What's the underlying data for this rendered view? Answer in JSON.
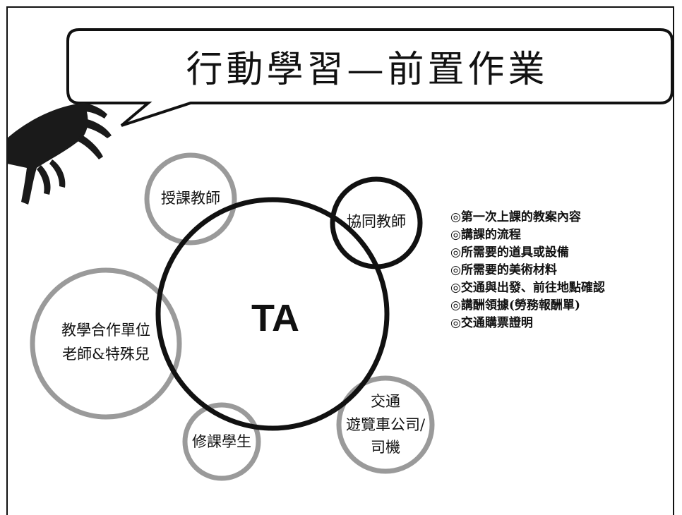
{
  "title": "行動學習—前置作業",
  "center": {
    "label": "TA"
  },
  "nodes": [
    {
      "lines": [
        "授課教師"
      ]
    },
    {
      "lines": [
        "協同教師"
      ]
    },
    {
      "lines": [
        "教學合作單位",
        "老師&特殊兒"
      ]
    },
    {
      "lines": [
        "修課學生"
      ]
    },
    {
      "lines": [
        "交通",
        "遊覽車公司/",
        "司機"
      ]
    }
  ],
  "tasks": [
    "◎第一次上課的教案內容",
    "◎講課的流程",
    "◎所需要的道具或設備",
    "◎所需要的美術材料",
    "◎交通與出發、前往地點確認",
    "◎講酬領據(勞務報酬單)",
    "◎交通購票證明"
  ]
}
